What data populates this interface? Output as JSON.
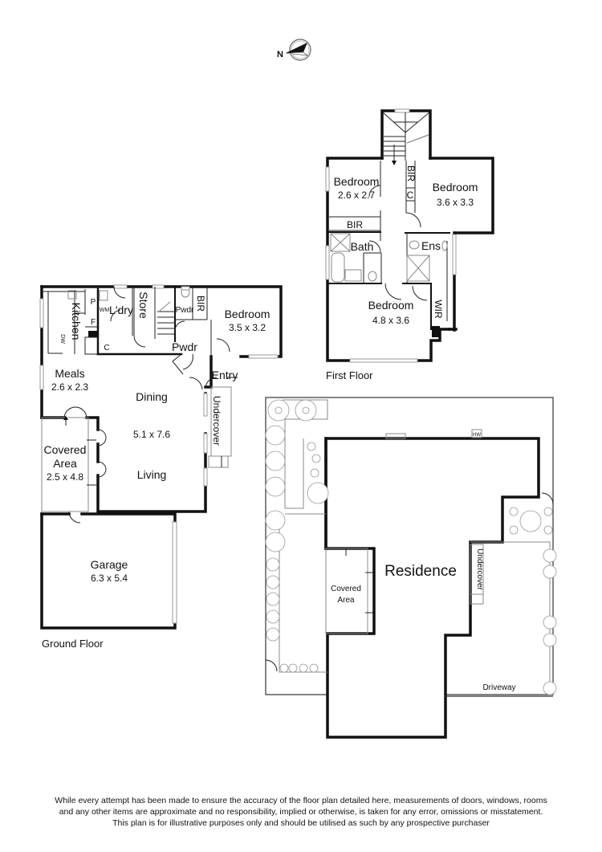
{
  "compass": {
    "label": "N"
  },
  "first_floor": {
    "title": "First Floor",
    "rooms": [
      {
        "name": "Bedroom",
        "dims": "2.6 x 2.7"
      },
      {
        "name": "Bedroom",
        "dims": "3.6 x 3.3"
      },
      {
        "name": "Bedroom",
        "dims": "4.8 x 3.6"
      },
      {
        "name": "Bath"
      },
      {
        "name": "Ens"
      },
      {
        "name": "BIR"
      },
      {
        "name": "BIR"
      },
      {
        "name": "C"
      },
      {
        "name": "WIR"
      }
    ]
  },
  "ground_floor": {
    "title": "Ground Floor",
    "rooms": [
      {
        "name": "Kitchen"
      },
      {
        "name": "Meals",
        "dims": "2.6 x 2.3"
      },
      {
        "name": "Dining"
      },
      {
        "name": "Living",
        "dims": "5.1 x 7.6"
      },
      {
        "name": "Covered",
        "name2": "Area",
        "dims": "2.5 x 4.8"
      },
      {
        "name": "Garage",
        "dims": "6.3 x 5.4"
      },
      {
        "name": "Bedroom",
        "dims": "3.5 x 3.2"
      },
      {
        "name": "Entry"
      },
      {
        "name": "Undercover"
      },
      {
        "name": "Pwdr"
      },
      {
        "name": "Pwdr"
      },
      {
        "name": "Store"
      },
      {
        "name": "L'dry"
      },
      {
        "name": "BIR"
      },
      {
        "name": "P"
      },
      {
        "name": "F"
      },
      {
        "name": "C"
      },
      {
        "name": "WM"
      },
      {
        "name": "DW"
      }
    ]
  },
  "site_plan": {
    "labels": {
      "residence": "Residence",
      "covered": "Covered",
      "covered2": "Area",
      "undercover": "Undercover",
      "driveway": "Driveway",
      "hw": "HW"
    }
  },
  "disclaimer": {
    "line1": "While every attempt has been made to ensure the accuracy of the floor plan detailed here, measurements of doors, windows, rooms",
    "line2": "and any other items are approximate and no responsibility, implied or otherwise, is taken for any error, omissions or misstatement.",
    "line3": "This plan is for illustrative purposes only and should be utilised as such by any prospective purchaser"
  }
}
